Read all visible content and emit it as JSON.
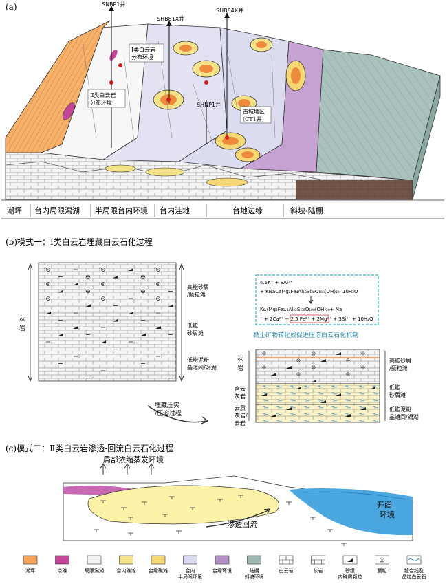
{
  "panel_a": {
    "label": "(a)",
    "wells": [
      "SNBP1井",
      "SHB81X井",
      "SHB84X井",
      "SHNP1井"
    ],
    "callout_type1": [
      "Ⅰ类白云岩",
      "分布环境"
    ],
    "callout_type2": [
      "Ⅱ类白云岩",
      "分布环境"
    ],
    "area": [
      "古城地区",
      "(CT1井)"
    ],
    "zones": [
      "潮坪",
      "台内局限潟湖",
      "半局限台内环境",
      "台内洼地",
      "台地边缘",
      "斜坡-陆棚"
    ]
  },
  "panel_b": {
    "title": "(b)模式一：Ⅰ类白云岩埋藏白云石化过程",
    "left_axis": [
      "灰",
      "岩"
    ],
    "left_labels": [
      [
        "高能砂屑",
        "/鲕粒滩"
      ],
      [
        "低能",
        "砂屑滩"
      ],
      [
        "低能泥粉",
        "晶滩间/潟湖"
      ]
    ],
    "process": [
      "埋藏压实",
      "/压溶过程"
    ],
    "reaction": {
      "line1": "4.5K⁺ + 8Al³⁺",
      "line2": "+ KNaCaMg₂Fe₄Al₁₀Si₃₈O₁₀₀(OH)₂₀· 10H₂O",
      "line3": "K₅.₅Mg₂Fe₁.₅Al₂₂Si₃₅O₁₀₀(OH)₂₀+ Na",
      "line4": "⁺ + 2Ca²⁺ + 2.5 Fe²⁺ + 2Mg²⁺ + 3Si⁴⁺ + 10H₂O",
      "caption": "黏土矿物转化成促进压溶白云石化机制"
    },
    "right_axis": [
      [
        "灰",
        "岩"
      ],
      [
        "含云",
        "灰岩"
      ],
      [
        "云质",
        "灰岩/",
        "云岩"
      ]
    ],
    "right_labels": [
      [
        "高能砂屑",
        "/鲕粒滩"
      ],
      [
        "低能",
        "砂屑滩"
      ],
      [
        "低能泥粉",
        "晶滩间/潟湖"
      ]
    ]
  },
  "panel_c": {
    "title": "(c)模式二：Ⅱ类白云岩渗透-回流白云石化过程",
    "evap": "局部浓缩蒸发环境",
    "reflux": "渗透回流",
    "open": [
      "开阔",
      "环境"
    ]
  },
  "legend": [
    {
      "label": [
        "潮坪"
      ],
      "color": "#f5a25a"
    },
    {
      "label": [
        "点礁"
      ],
      "color": "#c2469a"
    },
    {
      "label": [
        "局限潟湖"
      ],
      "color": "#f2f2f2"
    },
    {
      "label": [
        "台内礁滩"
      ],
      "color": "#f3e28a"
    },
    {
      "label": [
        "台缘礁滩"
      ],
      "color": "#f7d774"
    },
    {
      "label": [
        "台内",
        "半局限环境"
      ],
      "color": "#d8d8ee"
    },
    {
      "label": [
        "台缘环境"
      ],
      "color": "#b48fc4"
    },
    {
      "label": [
        "陆棚",
        "斜坡环境"
      ],
      "color": "#9fb8b4"
    },
    {
      "label": [
        "白云岩"
      ],
      "color": "#ffffff"
    },
    {
      "label": [
        "灰岩"
      ],
      "color": "#ffffff"
    },
    {
      "label": [
        "砂级",
        "内碎屑颗粒"
      ],
      "color": "#ffffff"
    },
    {
      "label": [
        "鲕粒"
      ],
      "color": "#ffffff"
    },
    {
      "label": [
        "缝合线及",
        "晶粒白云石"
      ],
      "color": "#ffffff"
    }
  ]
}
